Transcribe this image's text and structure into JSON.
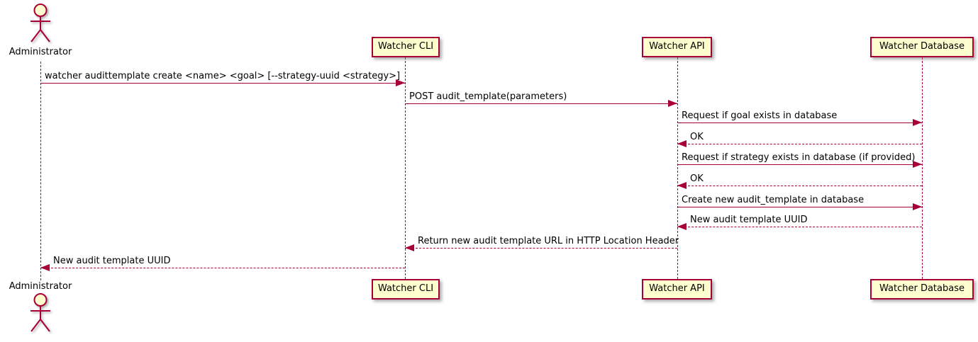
{
  "diagram": {
    "type": "sequence",
    "colors": {
      "line": "#A80036",
      "participant_fill": "#FEFECE",
      "text": "#000000",
      "background": "#FFFFFF"
    },
    "actor": {
      "name": "Administrator"
    },
    "participants": [
      {
        "id": "cli",
        "label": "Watcher CLI"
      },
      {
        "id": "api",
        "label": "Watcher API"
      },
      {
        "id": "db",
        "label": "Watcher Database"
      }
    ],
    "messages": [
      {
        "from": "Administrator",
        "to": "Watcher CLI",
        "style": "solid",
        "text": "watcher audittemplate create <name> <goal> [--strategy-uuid <strategy>]"
      },
      {
        "from": "Watcher CLI",
        "to": "Watcher API",
        "style": "solid",
        "text": "POST audit_template(parameters)"
      },
      {
        "from": "Watcher API",
        "to": "Watcher Database",
        "style": "solid",
        "text": "Request if goal exists in database"
      },
      {
        "from": "Watcher Database",
        "to": "Watcher API",
        "style": "dashed",
        "text": "OK"
      },
      {
        "from": "Watcher API",
        "to": "Watcher Database",
        "style": "solid",
        "text": "Request if strategy exists in database (if provided)"
      },
      {
        "from": "Watcher Database",
        "to": "Watcher API",
        "style": "dashed",
        "text": "OK"
      },
      {
        "from": "Watcher API",
        "to": "Watcher Database",
        "style": "solid",
        "text": "Create new audit_template in database"
      },
      {
        "from": "Watcher Database",
        "to": "Watcher API",
        "style": "dashed",
        "text": "New audit template UUID"
      },
      {
        "from": "Watcher API",
        "to": "Watcher CLI",
        "style": "dashed",
        "text": "Return new audit template URL in HTTP Location Header"
      },
      {
        "from": "Watcher CLI",
        "to": "Administrator",
        "style": "dashed",
        "text": "New audit template UUID"
      }
    ]
  }
}
